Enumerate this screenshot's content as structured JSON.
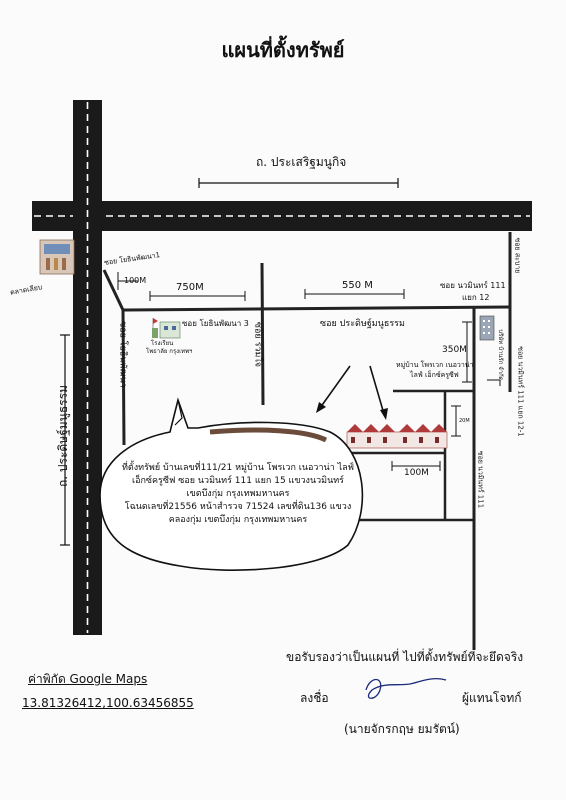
{
  "title": "แผนที่ตั้งทรัพย์",
  "roads": {
    "main_horizontal": "ถ. ประเสริฐมนูกิจ",
    "main_vertical": "ถ. ประดิษฐ์มนูธรรม",
    "soi_pradit": "ซอย ประดิษฐ์มนูธรรม",
    "soi_yothin_1": "ซอย โยธินพัฒนา1",
    "soi_yothin_3": "ซอย โยธินพัฒนา 3",
    "soi_yothin_vertical": "ซอย โยธินพัฒนา",
    "soi_ruamjai": "ซอย ร่วมใจ",
    "soi_nawamin_111_12": "ซอย นวมินทร์ 111",
    "soi_nawamin_111_12_b": "แยก 12",
    "soi_sabai": "ซอย สะบาย",
    "soi_nawamin_111_12_1": "ซอย นวมินทร์ 111 แยก 12-1",
    "soi_nawamin_111": "ซอย นวมินทร์ 111"
  },
  "landmarks": {
    "mall": "ตลาดเลียบ",
    "hospital": "โรงเรียน",
    "hospital_b": "โพธาลัย กรุงเทพฯ",
    "company": "บริษัท บ้านรัก จำกัด",
    "village": "หมู่บ้าน โพรเวก เนอวาน่า",
    "village_b": "ไลฟ์ เอ็กซ์ครูซีฟ"
  },
  "distances": {
    "d100_top": "100M",
    "d750": "750M",
    "d550": "550 M",
    "d350": "350M",
    "d100_bottom": "100M",
    "d20": "20M"
  },
  "callout": {
    "line1": "ที่ตั้งทรัพย์ บ้านเลขที่111/21 หมู่บ้าน โพรเวก เนอวาน่า ไลฟ์",
    "line2": "เอ็กซ์ครูซีฟ ซอย นวมินทร์ 111 แยก 15 แขวงนวมินทร์",
    "line3": "เขตบึงกุ่ม กรุงเทพมหานคร",
    "line4": "โฉนดเลขที่21556 หน้าสำรวจ 71524 เลขที่ดิน136 แขวง",
    "line5": "คลองกุ่ม เขตบึงกุ่ม กรุงเทพมหานคร"
  },
  "coordinates": {
    "label": "ค่าพิกัด Google Maps",
    "value": "13.81326412,100.63456855"
  },
  "certification": {
    "statement": "ขอรับรองว่าเป็นแผนที่ ไปที่ตั้งทรัพย์ที่จะยึดจริง",
    "sign_label": "ลงชื่อ",
    "role": "ผู้แทนโจทก์",
    "signer": "(นายจักรกฤษ ยมรัตน์)"
  }
}
